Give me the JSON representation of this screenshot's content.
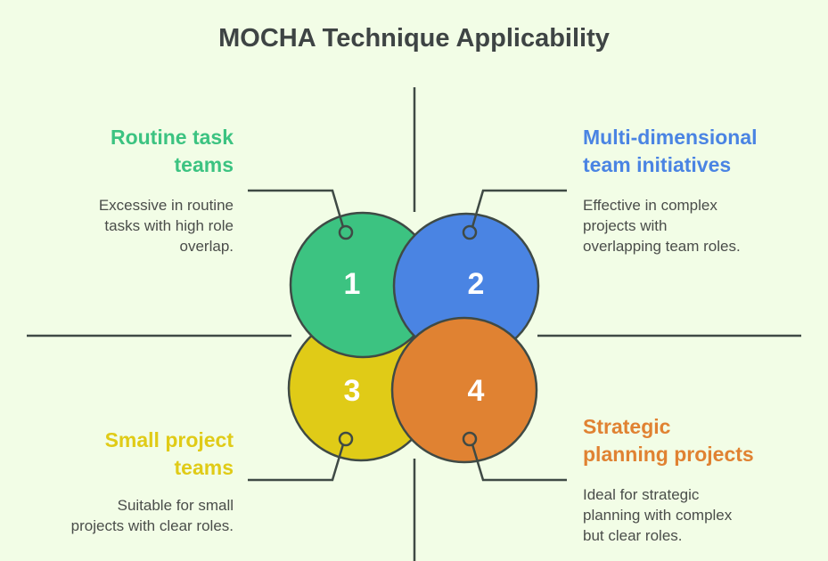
{
  "title": "MOCHA Technique Applicability",
  "colors": {
    "background": "#f2fde6",
    "line": "#3f4a45",
    "green": "#3cc381",
    "blue": "#4a84e3",
    "yellow": "#e0cb17",
    "orange": "#e08232",
    "text_dark": "#4a4d4a",
    "title": "#3e4444"
  },
  "quadrants": [
    {
      "number": "1",
      "heading_line1": "Routine task",
      "heading_line2": "teams",
      "desc_line1": "Excessive in routine",
      "desc_line2": "tasks with high role",
      "desc_line3": "overlap.",
      "color": "#3cc381"
    },
    {
      "number": "2",
      "heading_line1": "Multi-dimensional",
      "heading_line2": "team initiatives",
      "desc_line1": "Effective in complex",
      "desc_line2": "projects with",
      "desc_line3": "overlapping team roles.",
      "color": "#4a84e3"
    },
    {
      "number": "3",
      "heading_line1": "Small project",
      "heading_line2": "teams",
      "desc_line1": "Suitable for small",
      "desc_line2": "projects with clear roles.",
      "color": "#e0cb17"
    },
    {
      "number": "4",
      "heading_line1": "Strategic",
      "heading_line2": "planning projects",
      "desc_line1": "Ideal for strategic",
      "desc_line2": "planning with complex",
      "desc_line3": "but clear roles.",
      "color": "#e08232"
    }
  ]
}
